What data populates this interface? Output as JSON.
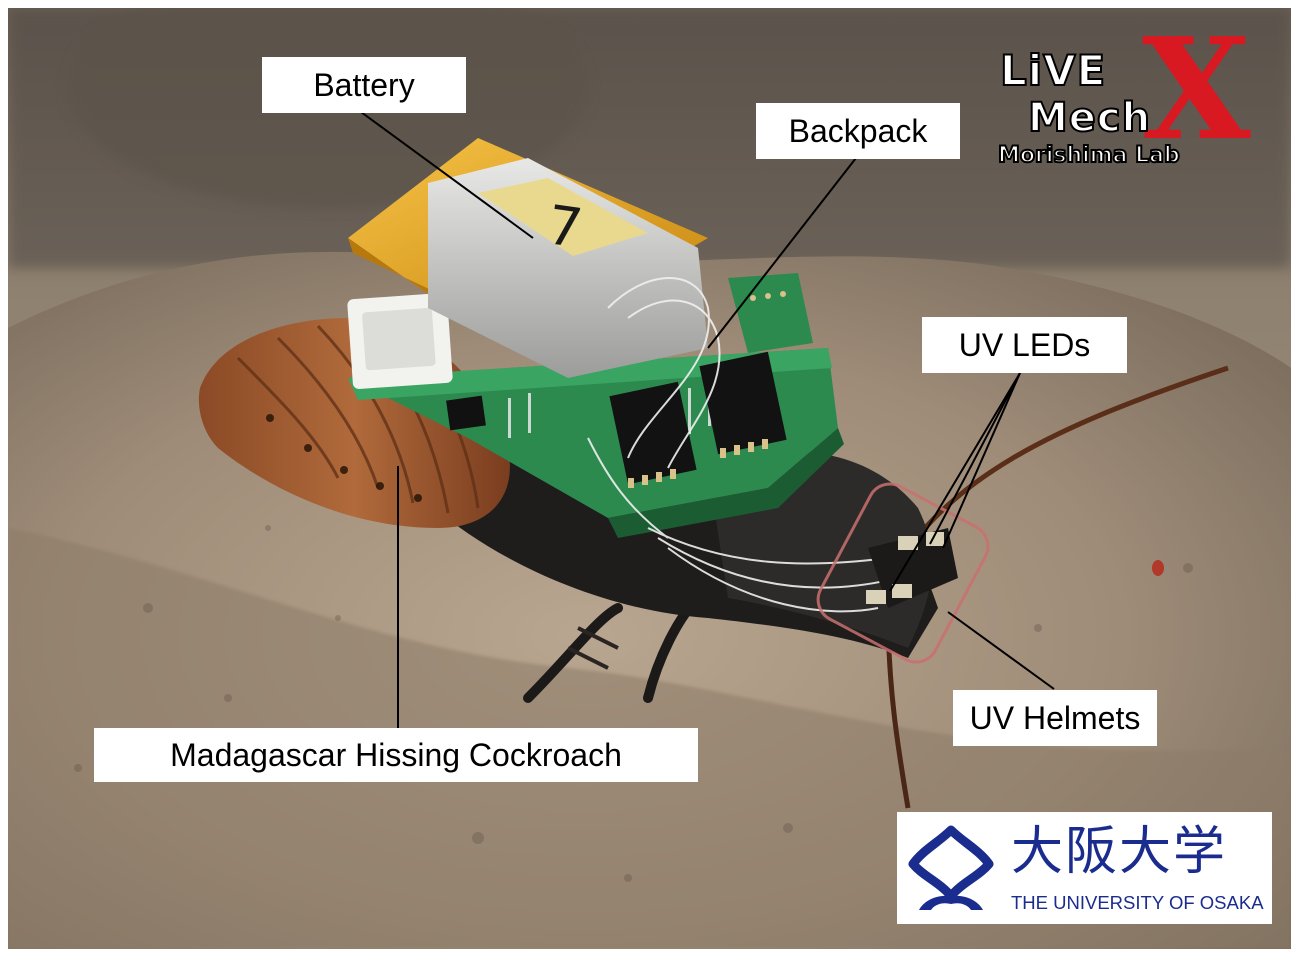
{
  "labels": {
    "battery": "Battery",
    "backpack": "Backpack",
    "uv_leds": "UV LEDs",
    "uv_helmets": "UV Helmets",
    "cockroach": "Madagascar Hissing Cockroach"
  },
  "battery_marking": "7",
  "lab_logo": {
    "line1": "LiVE",
    "line2": "Mech",
    "line3": "Morishima Lab",
    "mark": "X"
  },
  "university_logo": {
    "name_kanji": "大阪大学",
    "name_english": "THE UNIVERSITY OF OSAKA"
  },
  "colors": {
    "university_blue": "#1b2c8f",
    "lab_logo_red": "#e3141f",
    "highlight_box": "#c9706e",
    "battery_yellow": "#e9a81c",
    "pcb_green": "#2c8a4f"
  }
}
